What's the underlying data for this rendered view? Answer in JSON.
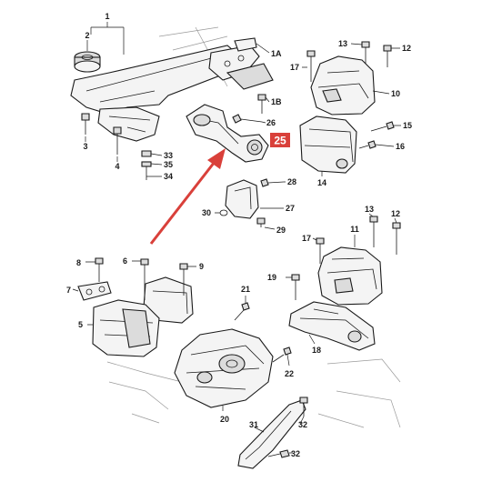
{
  "accent_color": "#d9403a",
  "badge": {
    "label": "25",
    "color": "#d9403a"
  },
  "labels": {
    "l1": "1",
    "l1a": "1A",
    "l1b": "1B",
    "l2": "2",
    "l3": "3",
    "l4": "4",
    "l5": "5",
    "l6": "6",
    "l7": "7",
    "l8": "8",
    "l9": "9",
    "l10": "10",
    "l11": "11",
    "l12a": "12",
    "l12b": "12",
    "l13a": "13",
    "l13b": "13",
    "l14": "14",
    "l15": "15",
    "l16": "16",
    "l17a": "17",
    "l17b": "17",
    "l18": "18",
    "l19": "19",
    "l20": "20",
    "l21": "21",
    "l22": "22",
    "l26": "26",
    "l27": "27",
    "l28": "28",
    "l29": "29",
    "l30": "30",
    "l31": "31",
    "l32a": "32",
    "l32b": "32",
    "l33": "33",
    "l34": "34",
    "l35": "35"
  }
}
